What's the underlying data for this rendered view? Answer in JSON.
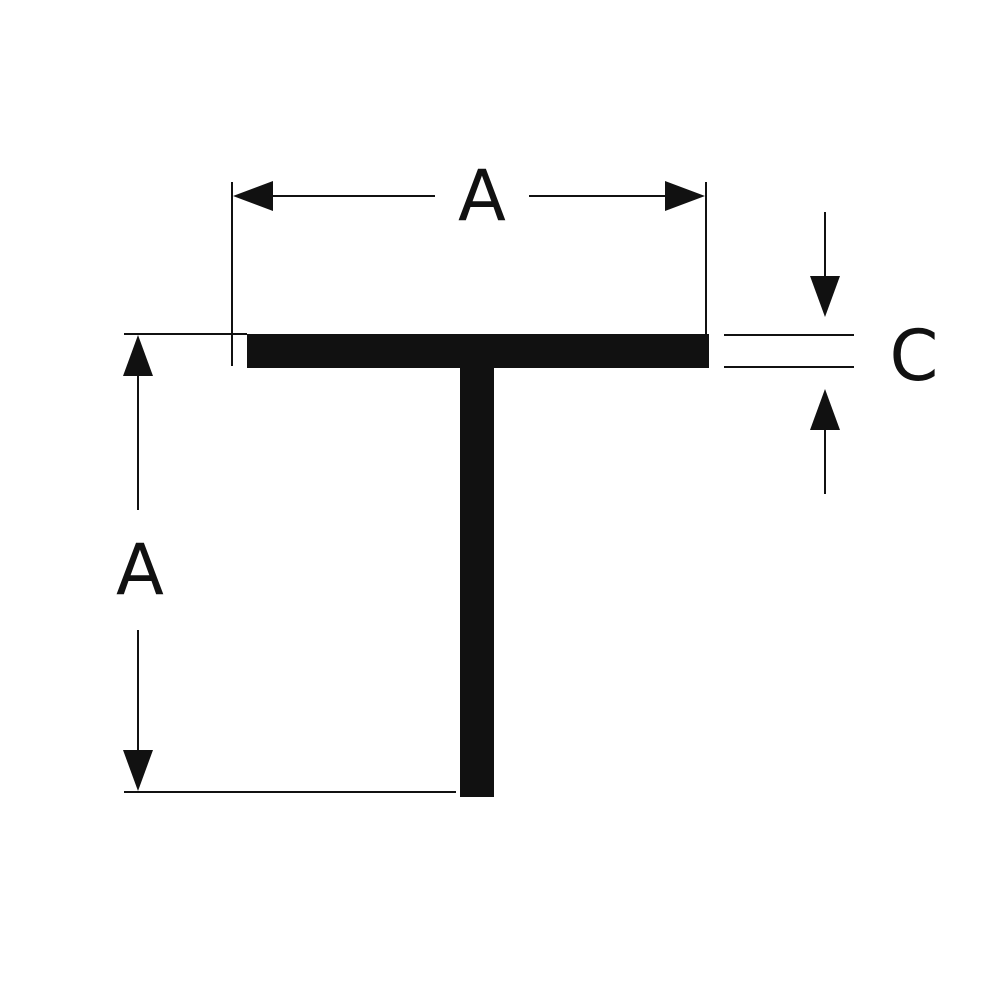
{
  "diagram": {
    "labels": {
      "flange_width": "A",
      "height": "A",
      "thickness": "C"
    },
    "colors": {
      "profile": "#111111",
      "lines": "#111111",
      "background": "#ffffff"
    }
  }
}
